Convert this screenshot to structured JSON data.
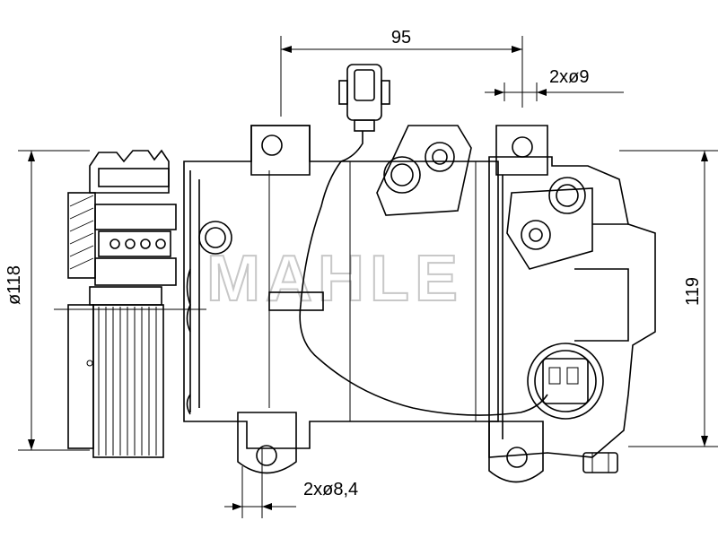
{
  "dimensions": {
    "top_width": "95",
    "top_holes": "2xø9",
    "left_diameter": "ø118",
    "right_height": "119",
    "bottom_holes": "2xø8,4"
  },
  "watermark": "MAHLE"
}
